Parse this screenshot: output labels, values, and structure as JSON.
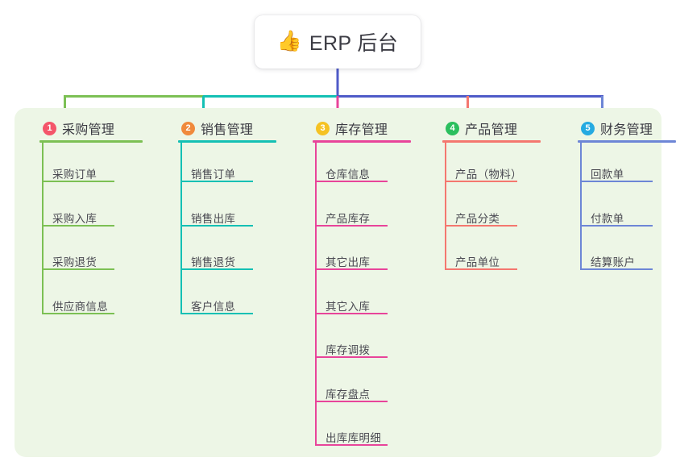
{
  "root": {
    "icon": "thumbs-up-icon",
    "icon_glyph": "👍",
    "label": "ERP 后台"
  },
  "palette": {
    "panel_bg": "#edf6e6",
    "page_bg": "#ffffff",
    "text": "#3b3b43",
    "leaf_text": "#4a4a52",
    "root_stem": "#4f5bc8",
    "green": "#7cc054",
    "teal": "#14c0b4",
    "indigo": "#4f5bc8",
    "pink": "#e8449a",
    "salmon": "#f4776f",
    "blue": "#6d86d6",
    "badge1": "#f4556a",
    "badge2": "#f08a3c",
    "badge3": "#f5c223",
    "badge4": "#2bbf5e",
    "badge5": "#25aae1"
  },
  "columns": [
    {
      "index": "1",
      "badge_color": "#f4556a",
      "line_color": "#7cc054",
      "title": "采购管理",
      "items": [
        "采购订单",
        "采购入库",
        "采购退货",
        "供应商信息"
      ]
    },
    {
      "index": "2",
      "badge_color": "#f08a3c",
      "line_color": "#14c0b4",
      "title": "销售管理",
      "items": [
        "销售订单",
        "销售出库",
        "销售退货",
        "客户信息"
      ]
    },
    {
      "index": "3",
      "badge_color": "#f5c223",
      "line_color": "#e8449a",
      "title": "库存管理",
      "items": [
        "仓库信息",
        "产品库存",
        "其它出库",
        "其它入库",
        "库存调拨",
        "库存盘点",
        "出库库明细"
      ]
    },
    {
      "index": "4",
      "badge_color": "#2bbf5e",
      "line_color": "#f4776f",
      "title": "产品管理",
      "items": [
        "产品（物料）",
        "产品分类",
        "产品单位"
      ]
    },
    {
      "index": "5",
      "badge_color": "#25aae1",
      "line_color": "#6d86d6",
      "title": "财务管理",
      "items": [
        "回款单",
        "付款单",
        "结算账户"
      ]
    }
  ]
}
